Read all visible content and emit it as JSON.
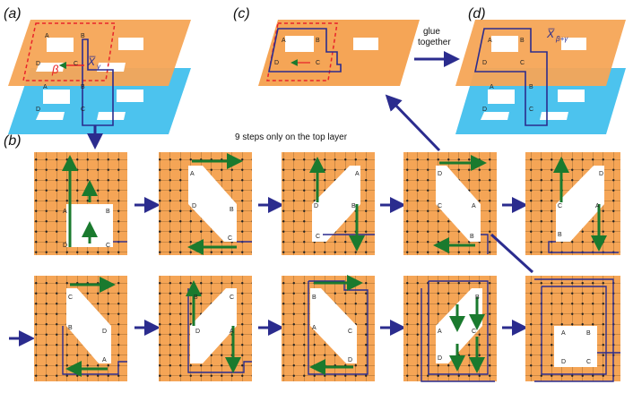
{
  "labels": {
    "a": "(a)",
    "b": "(b)",
    "c": "(c)",
    "d": "(d)"
  },
  "captions": {
    "steps": "9 steps only on the top layer",
    "glue_line1": "glue",
    "glue_line2": "together"
  },
  "math": {
    "beta": "β",
    "x_gamma": "X̅",
    "x_gamma_sub": "γ",
    "x_bg": "X̅",
    "x_bg_sub": "β+γ"
  },
  "vertices": {
    "A": "A",
    "B": "B",
    "C": "C",
    "D": "D"
  },
  "colors": {
    "top_layer": "#F5A556",
    "bottom_layer": "#4CC3EE",
    "path": "#2B2C8E",
    "arrow_green": "#1A7A2E",
    "arrow_blue": "#2B2C8E",
    "red_dashed": "#E8242B",
    "grid": "#222222"
  },
  "panels_row1": [
    "step-1",
    "step-2",
    "step-3",
    "step-4",
    "step-5"
  ],
  "panels_row2": [
    "step-6",
    "step-7",
    "step-8",
    "step-9",
    "step-10"
  ]
}
